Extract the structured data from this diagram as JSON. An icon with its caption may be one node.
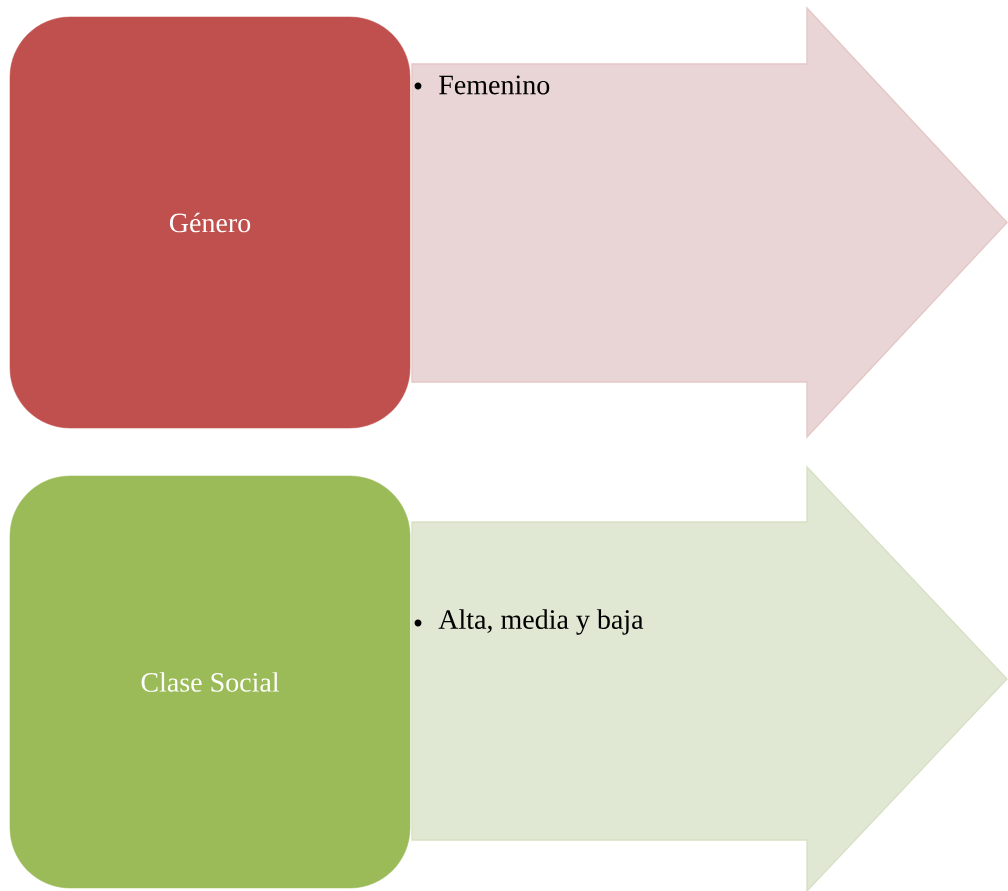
{
  "diagram": {
    "nodes": [
      {
        "text": [
          "Género"
        ]
      },
      {
        "text": [
          "Femenino"
        ]
      },
      {
        "text": [
          "Clase Social"
        ]
      },
      {
        "text": [
          "Alta, media y baja"
        ]
      }
    ]
  }
}
